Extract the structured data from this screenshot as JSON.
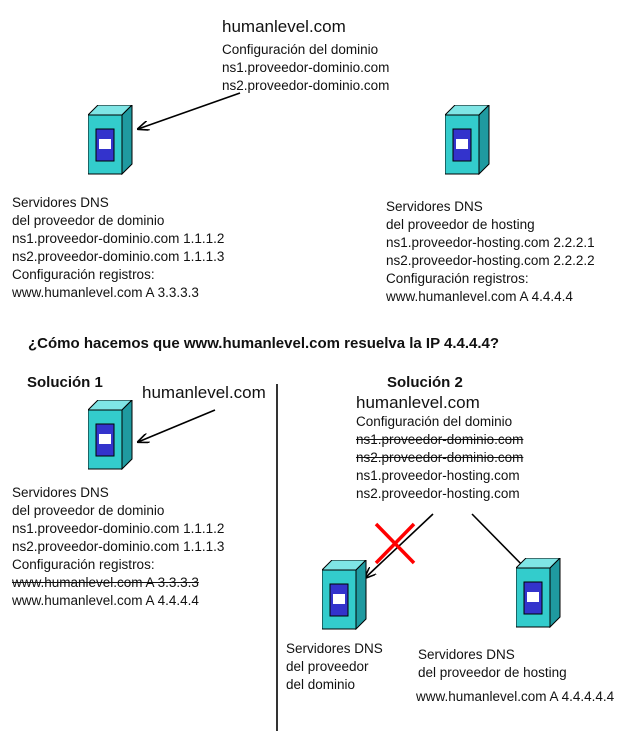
{
  "top": {
    "domain_title": "humanlevel.com",
    "domain_config": [
      "Configuración del dominio",
      "ns1.proveedor-dominio.com",
      "ns2.proveedor-dominio.com"
    ],
    "left_dns": [
      "Servidores DNS",
      "del proveedor de dominio",
      "ns1.proveedor-dominio.com  1.1.1.2",
      "ns2.proveedor-dominio.com 1.1.1.3",
      "Configuración registros:",
      "www.humanlevel.com A 3.3.3.3"
    ],
    "right_dns": [
      "Servidores DNS",
      "del proveedor de hosting",
      "ns1.proveedor-hosting.com 2.2.2.1",
      "ns2.proveedor-hosting.com 2.2.2.2",
      "Configuración registros:",
      "www.humanlevel.com A 4.4.4.4"
    ]
  },
  "question": "¿Cómo hacemos que www.humanlevel.com resuelva la IP 4.4.4.4?",
  "solution1": {
    "heading": "Solución 1",
    "domain_label": "humanlevel.com",
    "dns": [
      "Servidores DNS",
      "del proveedor de dominio",
      "ns1.proveedor-dominio.com  1.1.1.2",
      "ns2.proveedor-dominio.com 1.1.1.3",
      "Configuración registros:"
    ],
    "old_record": "www.humanlevel.com A 3.3.3.3",
    "new_record": "www.humanlevel.com A 4.4.4.4"
  },
  "solution2": {
    "heading": "Solución 2",
    "domain_title": "humanlevel.com",
    "config_label": "Configuración del dominio",
    "old_ns": [
      "ns1.proveedor-dominio.com",
      "ns2.proveedor-dominio.com"
    ],
    "new_ns": [
      "ns1.proveedor-hosting.com",
      "ns2.proveedor-hosting.com"
    ],
    "left_dns": [
      "Servidores DNS",
      "del proveedor",
      "del dominio"
    ],
    "right_dns": [
      "Servidores DNS",
      "del proveedor de hosting"
    ],
    "right_record": "www.humanlevel.com A 4.4.4.4.4"
  },
  "colors": {
    "server_front": "#33cccc",
    "server_side": "#1f9aa0",
    "server_top": "#7fe5e5",
    "panel": "#3333cc",
    "cross": "#ff0000",
    "line": "#000000"
  },
  "icons": [
    "server-icon",
    "arrow",
    "cross-icon"
  ]
}
